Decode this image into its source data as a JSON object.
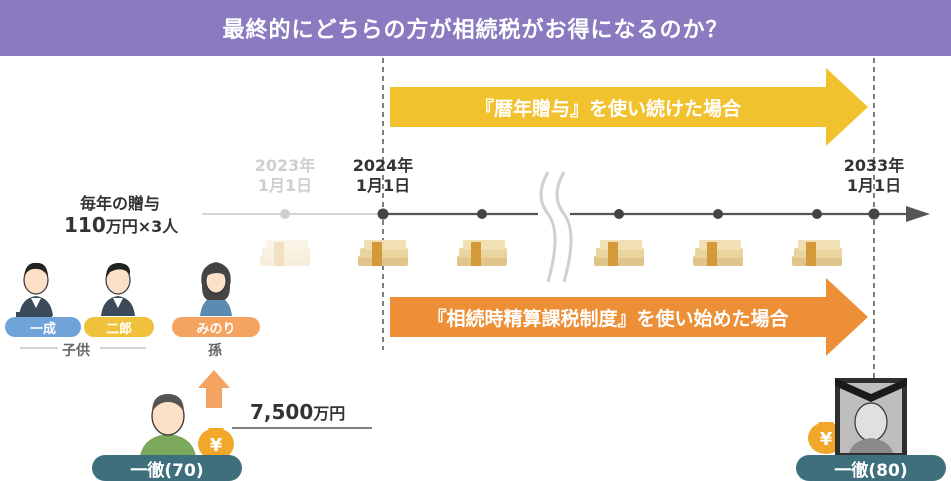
{
  "header": {
    "title": "最終的にどちらの方が相続税がお得になるのか？"
  },
  "timeline": {
    "dates": [
      {
        "year": "2023年",
        "day": "1月1日",
        "faded": true
      },
      {
        "year": "2024年",
        "day": "1月1日",
        "faded": false
      },
      {
        "year": "2033年",
        "day": "1月1日",
        "faded": false
      }
    ]
  },
  "arrows": {
    "top": {
      "label": "『暦年贈与』を使い続けた場合"
    },
    "bottom": {
      "label": "『相続時精算課税制度』を使い始めた場合"
    }
  },
  "gift": {
    "line1": "毎年の贈与",
    "line2_amount": "110",
    "line2_unit": "万円×3人"
  },
  "family": {
    "children": [
      {
        "name": "一成",
        "color": "#6fa3d9"
      },
      {
        "name": "二郎",
        "color": "#f0c23c"
      }
    ],
    "children_label": "子供",
    "grandchild": {
      "name": "みのり",
      "color": "#f4a460"
    },
    "grandchild_label": "孫"
  },
  "inheritance": {
    "amount": "7,500",
    "unit": "万円"
  },
  "grandfather": {
    "before": {
      "label": "一徹(70)"
    },
    "after": {
      "label": "一徹(80)"
    }
  },
  "colors": {
    "header": "#8a7bc1",
    "top_arrow": "#f2c12e",
    "bottom_arrow": "#ed8f36",
    "tag": "#3f6f7c",
    "money_bag": "#f0a72a"
  }
}
